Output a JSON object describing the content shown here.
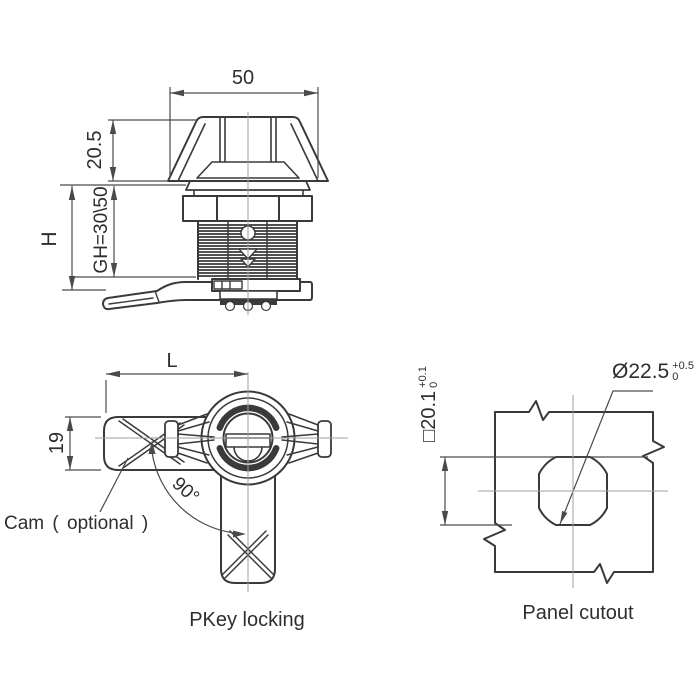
{
  "drawing": {
    "side_view": {
      "dim_knob_width": "50",
      "dim_knob_height": "20.5",
      "dim_grip_height": "GH=30\\50",
      "dim_total_height": "H"
    },
    "key_view": {
      "dim_cam_length": "L",
      "dim_cam_width": "19",
      "dim_rotation": "90°",
      "cam_label": "Cam ( optional )",
      "caption": "PKey locking"
    },
    "panel_cutout": {
      "dim_square": "□20.1",
      "dim_square_tol_plus": "+0.1",
      "dim_square_tol_minus": "0",
      "dim_diameter": "Ø22.5",
      "dim_diameter_tol_plus": "+0.5",
      "dim_diameter_tol_minus": "0",
      "caption": "Panel cutout"
    },
    "colors": {
      "object_line": "#3a3a3a",
      "dimension_line": "#4a4a4a",
      "centerline": "#9aa0a3",
      "background": "#ffffff"
    }
  }
}
